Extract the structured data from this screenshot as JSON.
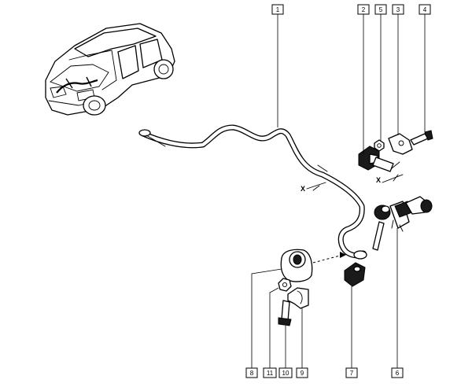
{
  "diagram": {
    "callouts": [
      {
        "id": "1",
        "label": "1"
      },
      {
        "id": "2",
        "label": "2"
      },
      {
        "id": "5",
        "label": "5"
      },
      {
        "id": "3",
        "label": "3"
      },
      {
        "id": "4",
        "label": "4"
      },
      {
        "id": "8",
        "label": "8"
      },
      {
        "id": "11",
        "label": "11"
      },
      {
        "id": "10",
        "label": "10"
      },
      {
        "id": "9",
        "label": "9"
      },
      {
        "id": "7",
        "label": "7"
      },
      {
        "id": "6",
        "label": "6"
      }
    ],
    "section_marks": [
      {
        "id": "x-left",
        "label": "X"
      },
      {
        "id": "x-right",
        "label": "X"
      }
    ]
  }
}
